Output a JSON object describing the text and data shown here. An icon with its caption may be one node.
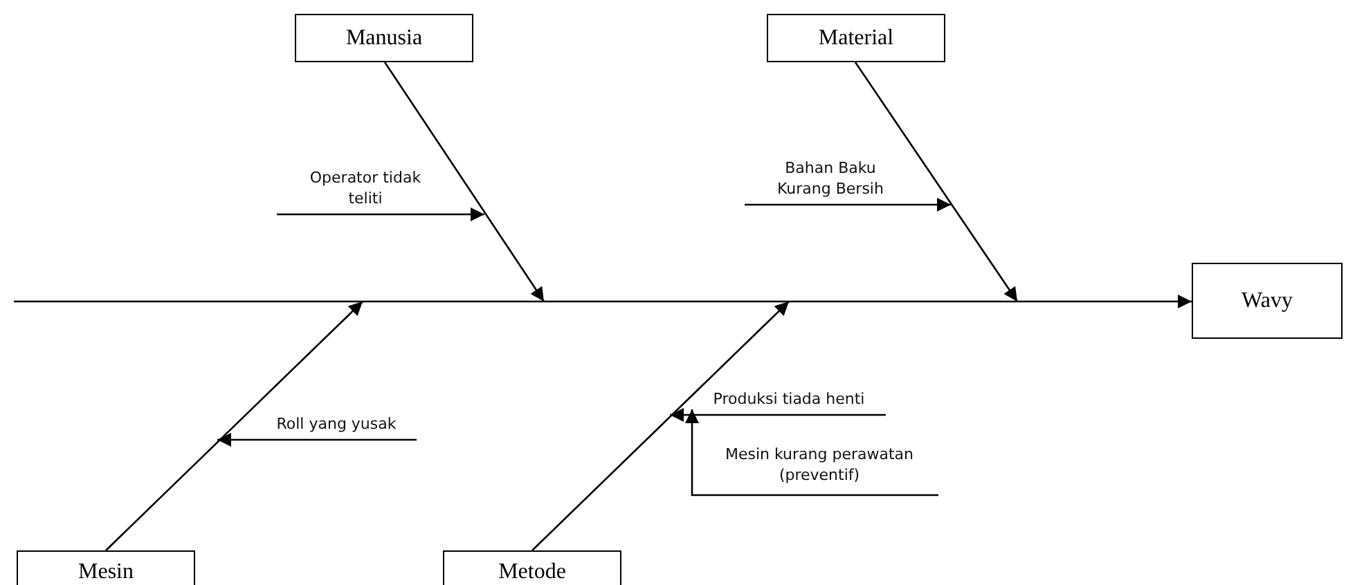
{
  "diagram": {
    "nodes": [
      {
        "text": [
          "Manusia"
        ]
      },
      {
        "text": [
          "Material"
        ]
      },
      {
        "text": [
          "Operator tidak teliti"
        ]
      },
      {
        "text": [
          "Bahan Baku Kurang Bersih"
        ]
      },
      {
        "text": [
          "Wavy"
        ]
      },
      {
        "text": [
          "Roll yang yusak"
        ]
      },
      {
        "text": [
          "Produksi tiada henti"
        ]
      },
      {
        "text": [
          "Mesin kurang perawatan (preventif)"
        ]
      },
      {
        "text": [
          "Mesin"
        ]
      },
      {
        "text": [
          "Metode"
        ]
      }
    ],
    "edges": [
      {
        "from": null,
        "to": 4,
        "arrow": "to"
      },
      {
        "from": 0,
        "to": null,
        "arrow": "to"
      },
      {
        "from": 1,
        "to": null,
        "arrow": "to"
      },
      {
        "from": 8,
        "to": null,
        "arrow": "to"
      },
      {
        "from": 9,
        "to": null,
        "arrow": "to"
      },
      {
        "from": 2,
        "to": null,
        "arrow": "to"
      },
      {
        "from": 3,
        "to": null,
        "arrow": "to"
      },
      {
        "from": 5,
        "to": null,
        "arrow": "to"
      },
      {
        "from": 6,
        "to": null,
        "arrow": "to"
      },
      {
        "from": 7,
        "to": 6,
        "arrow": "to"
      }
    ]
  }
}
